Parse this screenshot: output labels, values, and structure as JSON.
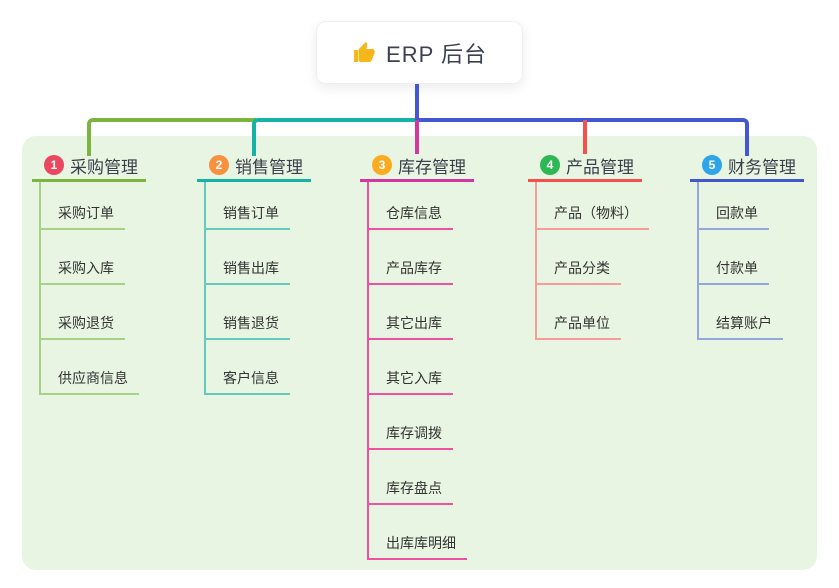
{
  "root": {
    "label": "ERP 后台",
    "icon": "thumbs-up"
  },
  "colors": {
    "panel_bg": "#e8f5e2",
    "root_line": "#4257d1",
    "card_bg": "#ffffff",
    "topic_text": "#3a3f4b",
    "child_text": "#333333"
  },
  "branches": [
    {
      "index": "1",
      "label": "采购管理",
      "badge_color": "#e9485e",
      "line_color": "#7cb440",
      "child_line_color": "#a6d285",
      "children": [
        "采购订单",
        "采购入库",
        "采购退货",
        "供应商信息"
      ]
    },
    {
      "index": "2",
      "label": "销售管理",
      "badge_color": "#f6913d",
      "line_color": "#14b3a6",
      "child_line_color": "#63cabc",
      "children": [
        "销售订单",
        "销售出库",
        "销售退货",
        "客户信息"
      ]
    },
    {
      "index": "3",
      "label": "库存管理",
      "badge_color": "#fbab20",
      "line_color": "#d2389f",
      "child_line_color": "#ef509f",
      "children": [
        "仓库信息",
        "产品库存",
        "其它出库",
        "其它入库",
        "库存调拨",
        "库存盘点",
        "出库库明细"
      ]
    },
    {
      "index": "4",
      "label": "产品管理",
      "badge_color": "#2eb854",
      "line_color": "#f4514c",
      "child_line_color": "#f79d97",
      "children": [
        "产品（物料）",
        "产品分类",
        "产品单位"
      ]
    },
    {
      "index": "5",
      "label": "财务管理",
      "badge_color": "#2da5e8",
      "line_color": "#4257d1",
      "child_line_color": "#93a7db",
      "children": [
        "回款单",
        "付款单",
        "结算账户"
      ]
    }
  ]
}
